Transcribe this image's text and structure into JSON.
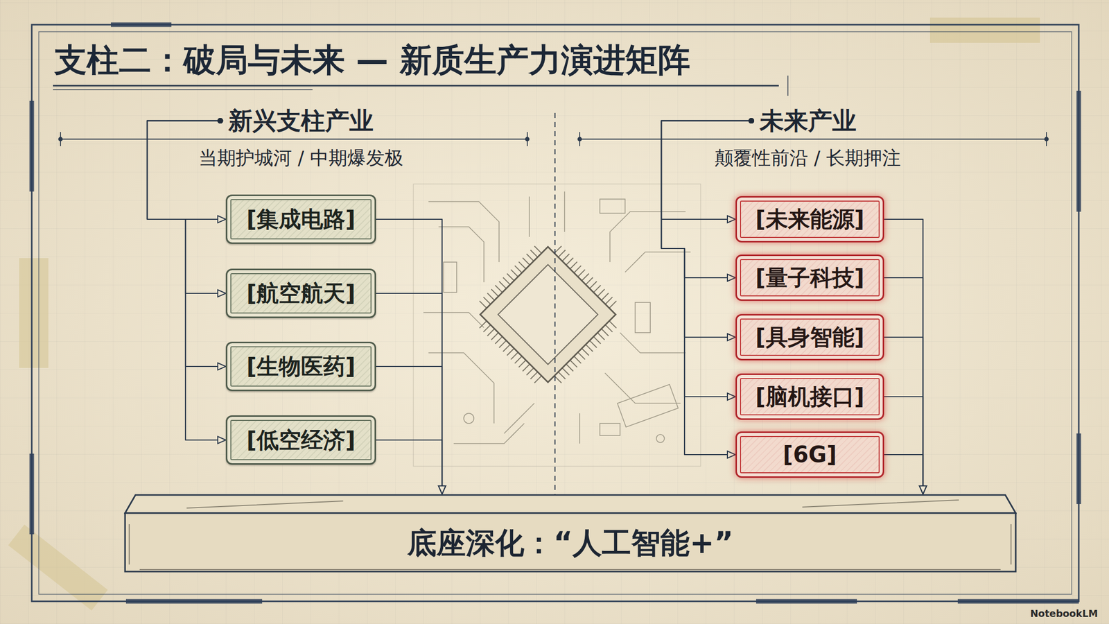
{
  "diagram": {
    "title": "支柱二：破局与未来 — 新质生产力演进矩阵",
    "nodes": [
      {
        "text": [
          "新兴支柱产业",
          "当期护城河 / 中期爆发极"
        ]
      },
      {
        "text": [
          "[集成电路]"
        ]
      },
      {
        "text": [
          "[航空航天]"
        ]
      },
      {
        "text": [
          "[生物医药]"
        ]
      },
      {
        "text": [
          "[低空经济]"
        ]
      },
      {
        "text": [
          "未来产业",
          "颠覆性前沿 / 长期押注"
        ]
      },
      {
        "text": [
          "[未来能源]"
        ]
      },
      {
        "text": [
          "[量子科技]"
        ]
      },
      {
        "text": [
          "[具身智能]"
        ]
      },
      {
        "text": [
          "[脑机接口]"
        ]
      },
      {
        "text": [
          "[6G]"
        ]
      },
      {
        "text": [
          "底座深化：“人工智能+”"
        ]
      }
    ],
    "edges": [
      {
        "from": 0,
        "to": 1,
        "arrow": "to"
      },
      {
        "from": 0,
        "to": 2,
        "arrow": "to"
      },
      {
        "from": 0,
        "to": 3,
        "arrow": "to"
      },
      {
        "from": 0,
        "to": 4,
        "arrow": "to"
      },
      {
        "from": 5,
        "to": 6,
        "arrow": "to"
      },
      {
        "from": 5,
        "to": 7,
        "arrow": "to"
      },
      {
        "from": 5,
        "to": 8,
        "arrow": "to"
      },
      {
        "from": 5,
        "to": 9,
        "arrow": "to"
      },
      {
        "from": 5,
        "to": 10,
        "arrow": "to"
      },
      {
        "from": 1,
        "to": 11,
        "arrow": "to"
      },
      {
        "from": 2,
        "to": 11,
        "arrow": "to"
      },
      {
        "from": 3,
        "to": 11,
        "arrow": "to"
      },
      {
        "from": 4,
        "to": 11,
        "arrow": "to"
      },
      {
        "from": 6,
        "to": 11,
        "arrow": "to"
      },
      {
        "from": 7,
        "to": 11,
        "arrow": "to"
      },
      {
        "from": 8,
        "to": 11,
        "arrow": "to"
      },
      {
        "from": 9,
        "to": 11,
        "arrow": "to"
      },
      {
        "from": 10,
        "to": 11,
        "arrow": "to"
      }
    ],
    "labels": [
      "NotebookLM"
    ]
  }
}
